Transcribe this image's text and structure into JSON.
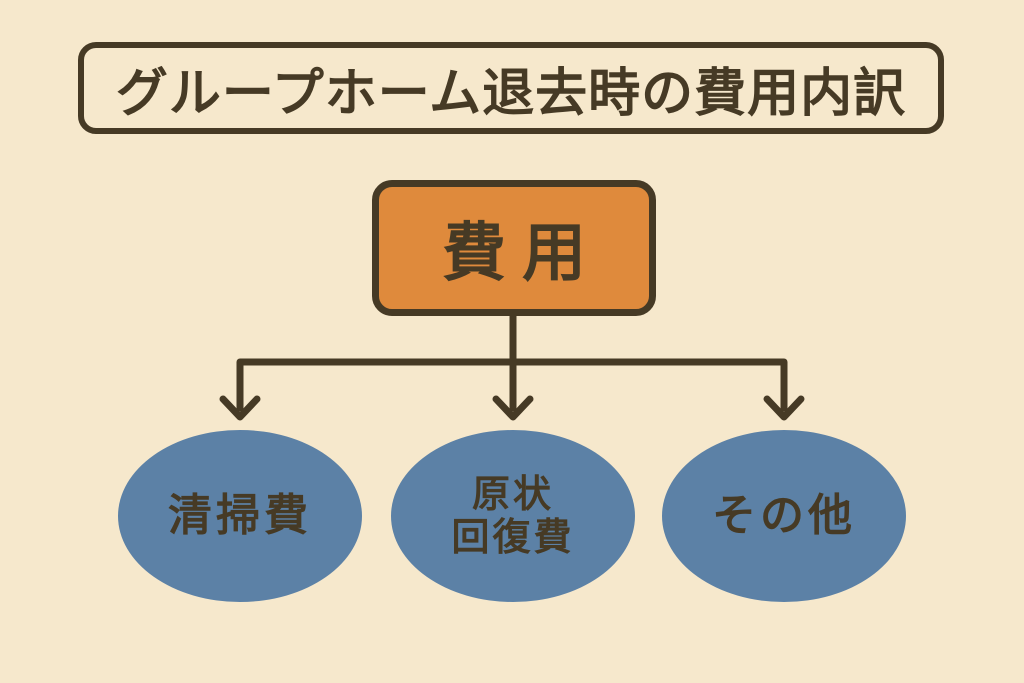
{
  "title": "グループホーム退去時の費用内訳",
  "root": {
    "label": "費用"
  },
  "children": [
    {
      "id": "cleaning-fee",
      "lines": [
        "清掃費"
      ]
    },
    {
      "id": "restoration-fee",
      "lines": [
        "原状",
        "回復費"
      ]
    },
    {
      "id": "other",
      "lines": [
        "その他"
      ]
    }
  ],
  "colors": {
    "background": "#f6e8cc",
    "line": "#463a25",
    "text": "#463a25",
    "root_fill": "#df8a3c",
    "child_fill": "#5c81a6"
  }
}
